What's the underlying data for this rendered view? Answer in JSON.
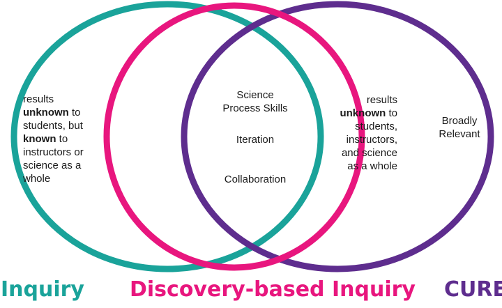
{
  "colors": {
    "inquiry": "#1aa39a",
    "discovery": "#e8167e",
    "cure": "#5e2d8e",
    "text": "#1a1a1a"
  },
  "sets": [
    {
      "id": "inquiry",
      "label": "Inquiry"
    },
    {
      "id": "discovery",
      "label": "Discovery-based Inquiry"
    },
    {
      "id": "cure",
      "label": "CURE"
    }
  ],
  "regions": {
    "inquiry_only": {
      "line1": "results",
      "line2_bold": "unknown",
      "line2_rest": " to",
      "line3": "students, but",
      "line4_bold": "known",
      "line4_rest": " to",
      "line5": "instructors or",
      "line6": "science as a",
      "line7": "whole"
    },
    "center": {
      "item1_line1": "Science",
      "item1_line2": "Process Skills",
      "item2": "Iteration",
      "item3": "Collaboration"
    },
    "discovery_cure": {
      "line1": "results",
      "line2_bold": "unknown",
      "line2_rest": " to",
      "line3": "students,",
      "line4": "instructors,",
      "line5": "and science",
      "line6": "as a whole"
    },
    "cure_only": {
      "line1": "Broadly",
      "line2": "Relevant"
    }
  }
}
